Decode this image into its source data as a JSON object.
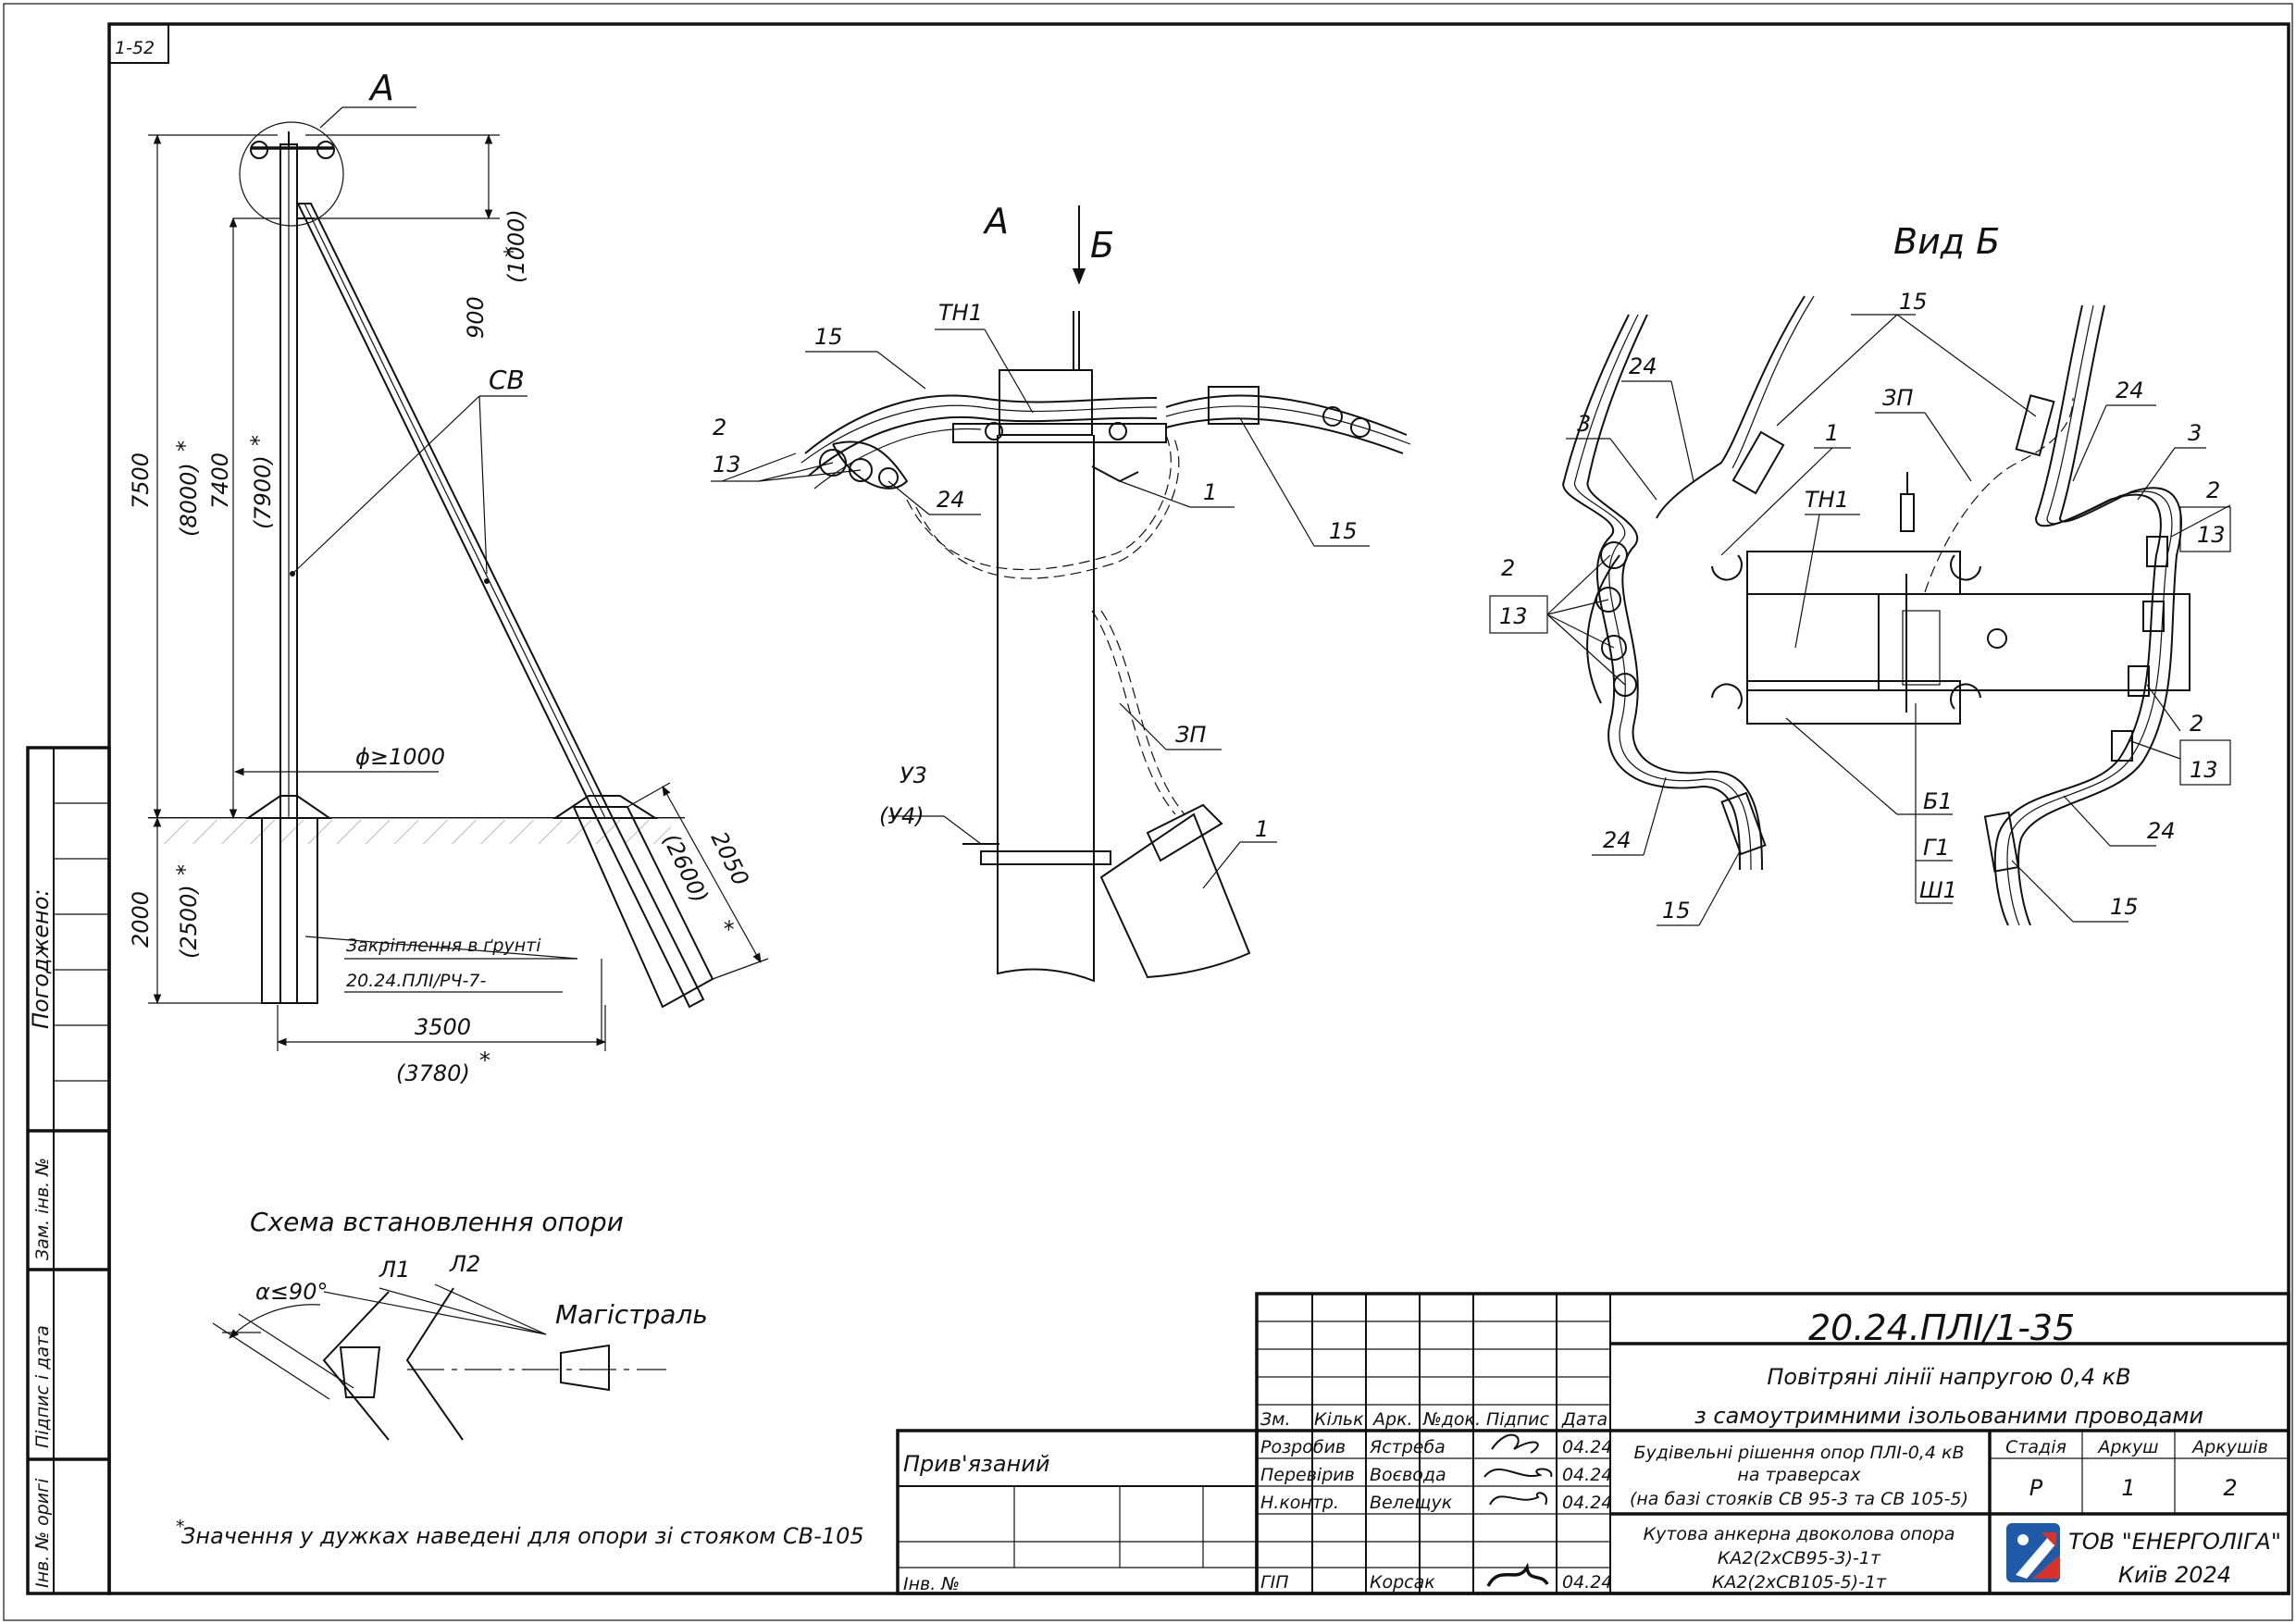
{
  "sheet_code": "1-52",
  "side_stamp": {
    "agreed": "Погоджено:",
    "replaced_inv": "Зам. інв. №",
    "sign_date": "Підпис і дата",
    "orig_inv": "Інв. № оригі"
  },
  "pole_view": {
    "callout_a": "А",
    "dim_900": "900",
    "dim_1000": "(1000)",
    "dim_7500": "7500",
    "dim_8000": "(8000)",
    "dim_7400": "7400",
    "dim_7900": "(7900)",
    "label_sv": "СВ",
    "diameter": "ϕ≥1000",
    "dim_2000": "2000",
    "dim_2500": "(2500)",
    "dim_2050": "2050",
    "dim_2600": "(2600)",
    "dim_3500": "3500",
    "dim_3780": "(3780)",
    "ground_fix_label": "Закріплення в ґрунті",
    "ground_fix_code": "20.24.ПЛІ/РЧ-7-",
    "star": "*"
  },
  "detail_a": {
    "title": "А",
    "arrow_b": "Б",
    "tn1": "ТН1",
    "n15a": "15",
    "n2": "2",
    "n13": "13",
    "n24": "24",
    "n1a": "1",
    "n15b": "15",
    "zp": "ЗП",
    "u3": "У3",
    "u4": "(У4)",
    "n1b": "1"
  },
  "view_b": {
    "title": "Вид Б",
    "n15_top": "15",
    "n24_left": "24",
    "n3_left": "3",
    "n1": "1",
    "zp": "ЗП",
    "n24_right": "24",
    "n3_right": "3",
    "n2_right": "2",
    "n13_right": "13",
    "tn1": "ТН1",
    "n2_left": "2",
    "n13_left": "13",
    "n2_right_low": "2",
    "n13_right_low": "13",
    "b1": "Б1",
    "g1": "Г1",
    "sh1": "Ш1",
    "n24_bl": "24",
    "n24_br": "24",
    "n15_bl": "15",
    "n15_br": "15"
  },
  "scheme": {
    "title": "Схема встановлення опори",
    "angle": "α≤90°",
    "l1": "Л1",
    "l2": "Л2",
    "main": "Магістраль"
  },
  "footnote": "Значення у дужках наведені для опори зі стояком СВ-105",
  "title_block": {
    "doc_code": "20.24.ПЛІ/1-35",
    "title_line1": "Повітряні лінії напругою 0,4 кВ",
    "title_line2": "з самоутримними ізольованими проводами",
    "headers": [
      "Зм.",
      "Кільк.",
      "Арк.",
      "№док.",
      "Підпис",
      "Дата"
    ],
    "rows": [
      {
        "role": "Розробив",
        "name": "Ястреба",
        "date": "04.24"
      },
      {
        "role": "Перевірив",
        "name": "Воєвода",
        "date": "04.24"
      },
      {
        "role": "Н.контр.",
        "name": "Велещук",
        "date": "04.24"
      },
      {
        "role": "ГІП",
        "name": "Корсак",
        "date": "04.24"
      }
    ],
    "section_1": "Будівельні рішення опор ПЛІ-0,4 кВ",
    "section_2": "на траверсах",
    "section_3": "(на базі стояків СВ 95-3 та СВ 105-5)",
    "stage_label": "Стадія",
    "sheet_label": "Аркуш",
    "sheets_label": "Аркушів",
    "stage": "Р",
    "sheet": "1",
    "sheets": "2",
    "drawing_1": "Кутова анкерна двоколова опора",
    "drawing_2": "КА2(2хСВ95-3)-1т",
    "drawing_3": "КА2(2хСВ105-5)-1т",
    "company": "ТОВ \"ЕНЕРГОЛІГА\"",
    "city_year": "Київ 2024",
    "tied": "Прив'язаний",
    "inv": "Інв. №"
  },
  "colors": {
    "ink": "#111111",
    "logo_blue": "#1f5aa8",
    "logo_red": "#d8332a"
  }
}
